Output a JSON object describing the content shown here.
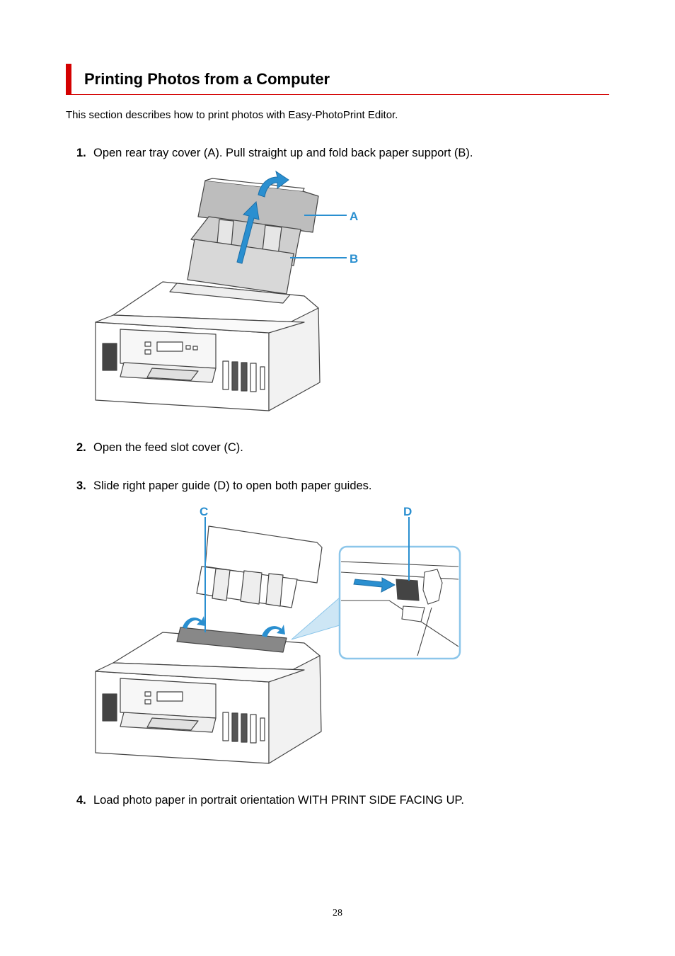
{
  "heading": "Printing Photos from a Computer",
  "intro": "This section describes how to print photos with Easy-PhotoPrint Editor.",
  "steps": [
    {
      "num": "1.",
      "text": "Open rear tray cover (A). Pull straight up and fold back paper support (B)."
    },
    {
      "num": "2.",
      "text": "Open the feed slot cover (C)."
    },
    {
      "num": "3.",
      "text": "Slide right paper guide (D) to open both paper guides."
    },
    {
      "num": "4.",
      "text": "Load photo paper in portrait orientation WITH PRINT SIDE FACING UP."
    }
  ],
  "figure1": {
    "label_a": "A",
    "label_b": "B"
  },
  "figure2": {
    "label_c": "C",
    "label_d": "D"
  },
  "page_number": "28",
  "colors": {
    "heading_accent": "#d40000",
    "callout_blue": "#2a8fd0"
  }
}
